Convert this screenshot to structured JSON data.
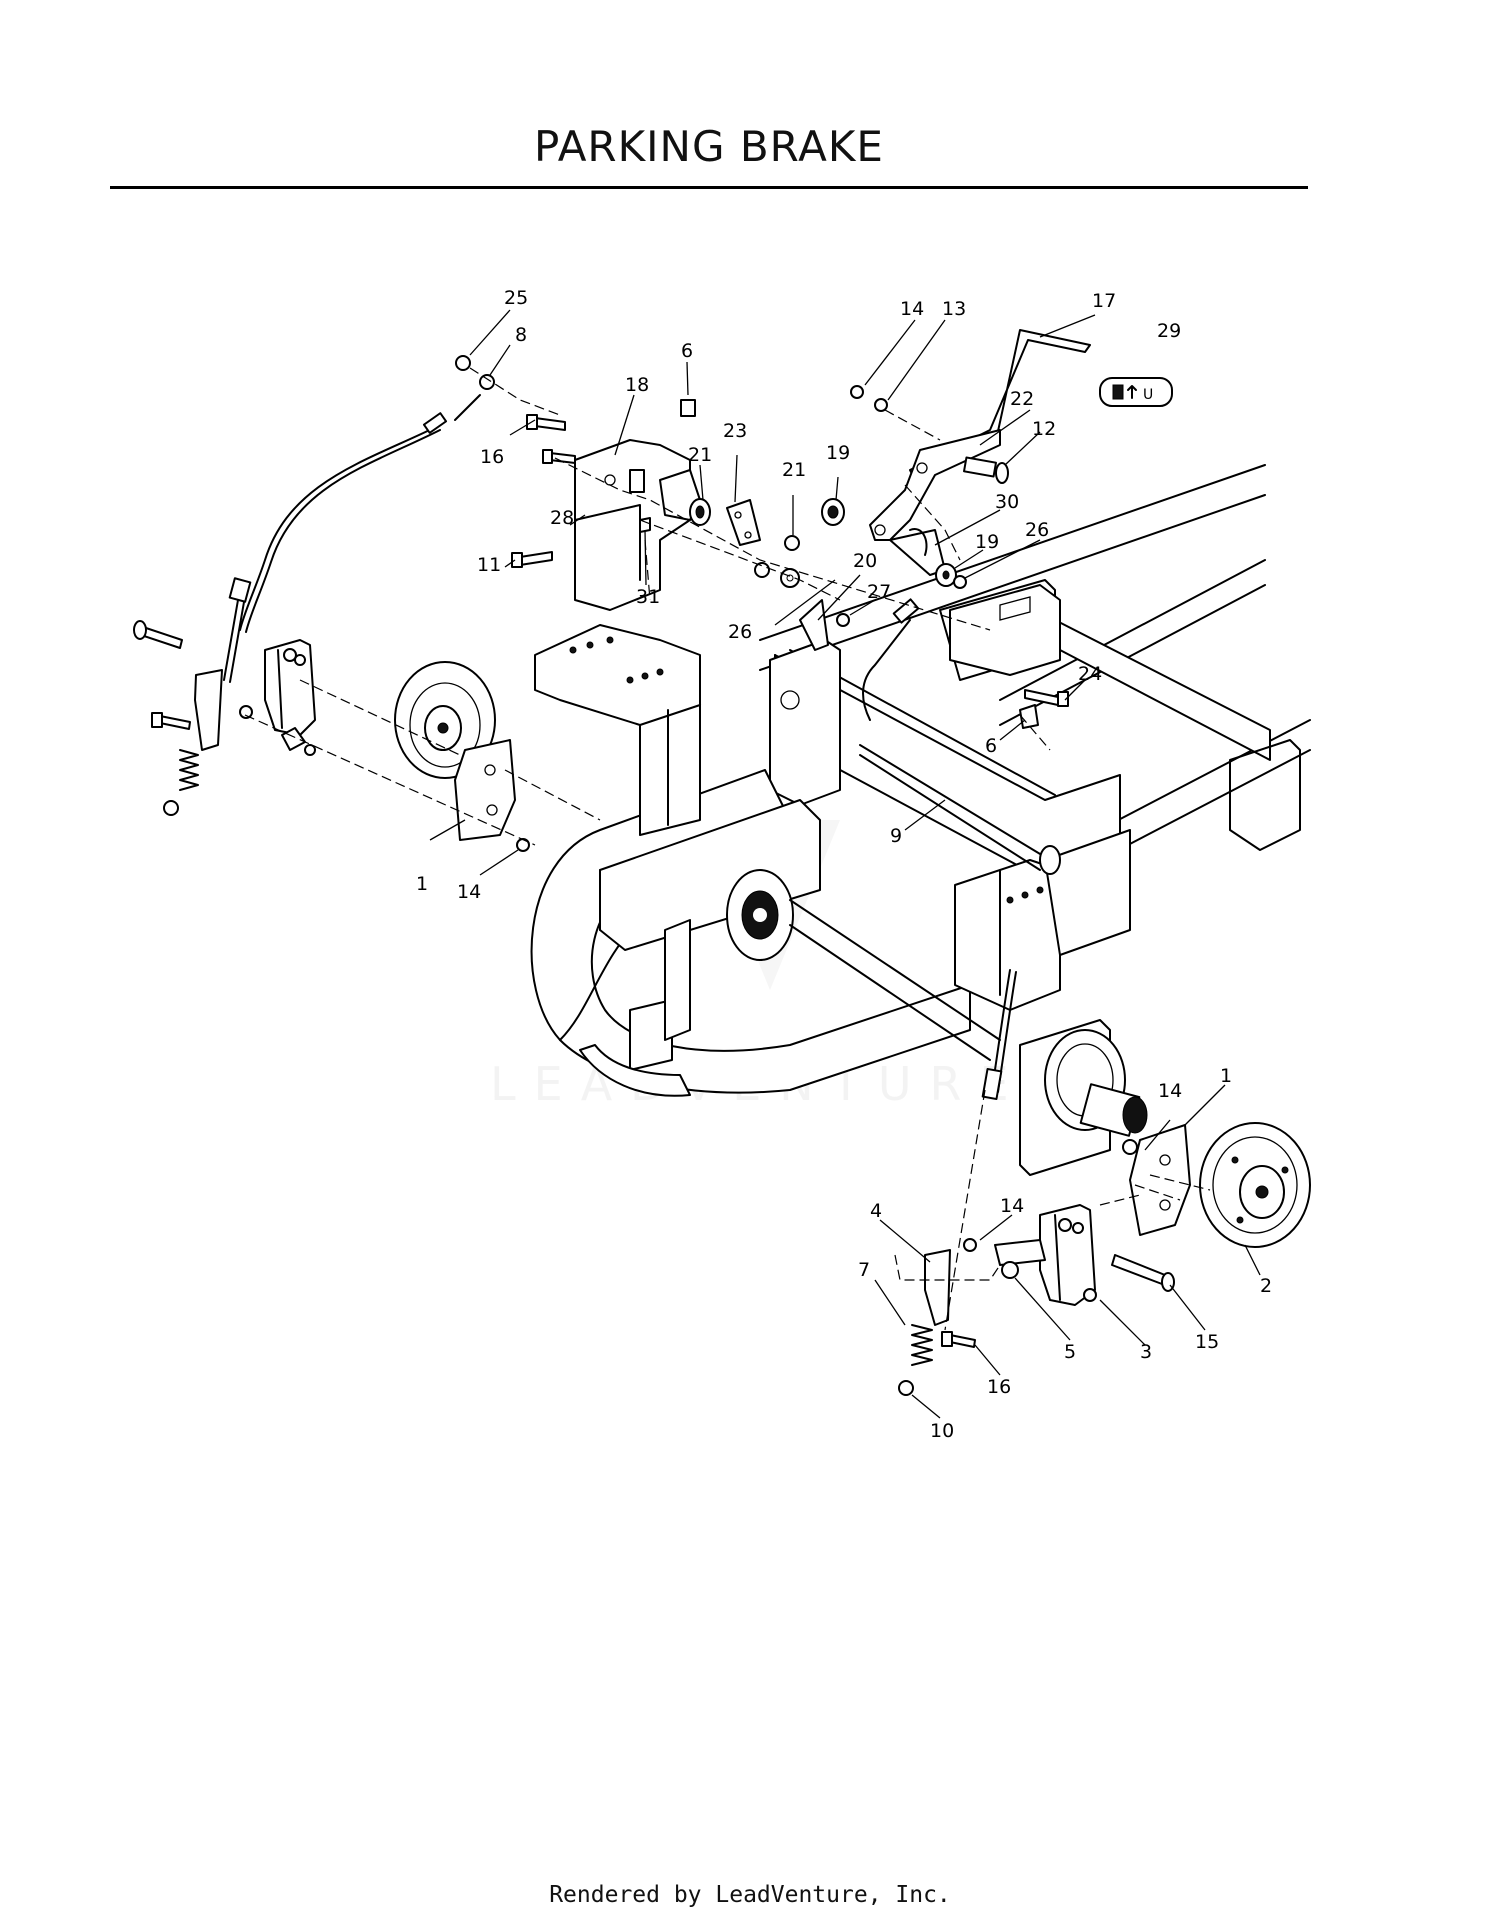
{
  "title": "PARKING BRAKE",
  "footer": "Rendered by LeadVenture, Inc.",
  "watermark": "LEADVENTURE",
  "callouts": {
    "c25": "25",
    "c8": "8",
    "c6a": "6",
    "c18": "18",
    "c16a": "16",
    "c21a": "21",
    "c23": "23",
    "c28": "28",
    "c11": "11",
    "c31": "31",
    "c21b": "21",
    "c19a": "19",
    "c14a": "14",
    "c13": "13",
    "c17": "17",
    "c29": "29",
    "c22": "22",
    "c12": "12",
    "c30": "30",
    "c19b": "19",
    "c26a": "26",
    "c20": "20",
    "c27": "27",
    "c26b": "26",
    "c24": "24",
    "c6b": "6",
    "c9": "9",
    "c1a": "1",
    "c14b": "14",
    "c14c": "14",
    "c1b": "1",
    "c4": "4",
    "c14d": "14",
    "c7": "7",
    "c2": "2",
    "c5": "5",
    "c3": "3",
    "c15": "15",
    "c16b": "16",
    "c10": "10"
  }
}
